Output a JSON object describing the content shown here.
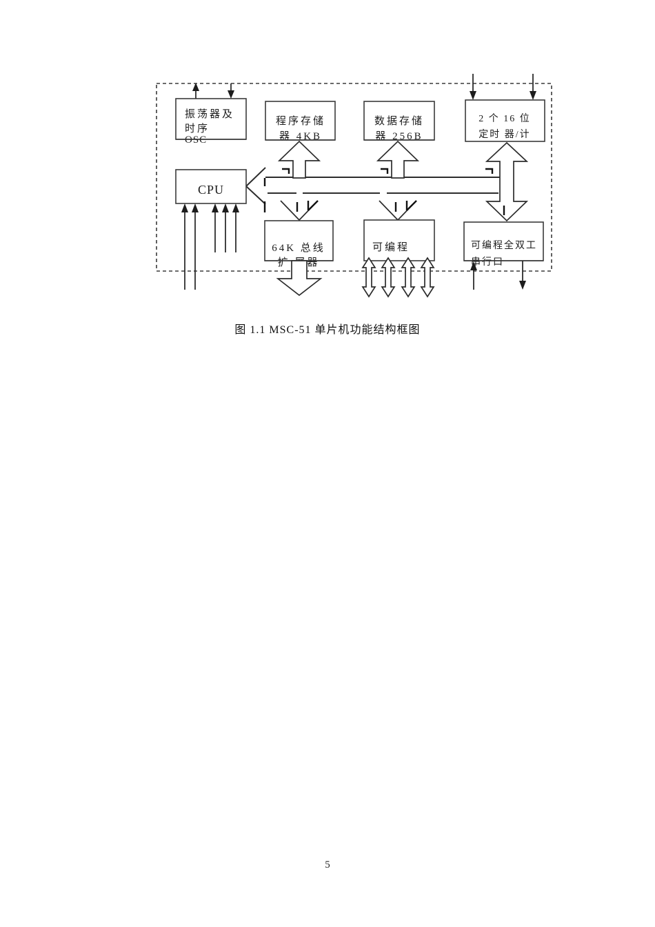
{
  "page": {
    "number": "5"
  },
  "figure": {
    "caption": "图  1.1 MSC-51 单片机功能结构框图",
    "blocks": {
      "oscillator": {
        "line1": "振荡器及",
        "line2": "时序",
        "line3": "OSC"
      },
      "program_memory": {
        "line1": "程序存储",
        "line2": "器  4KB"
      },
      "data_memory": {
        "line1": "数据存储",
        "line2": "器  256B"
      },
      "timers": {
        "line1": "2 个  16 位",
        "line2": "定时  器/计"
      },
      "cpu": {
        "label": "CPU"
      },
      "bus_expander": {
        "line1": "64K 总线",
        "line2": "扩 展器"
      },
      "programmable_io": {
        "line1": "可编程"
      },
      "serial_port": {
        "line1": "可编程全双工",
        "line2": "串行口"
      }
    }
  },
  "colors": {
    "line": "#2c2c2c",
    "background": "#ffffff"
  }
}
